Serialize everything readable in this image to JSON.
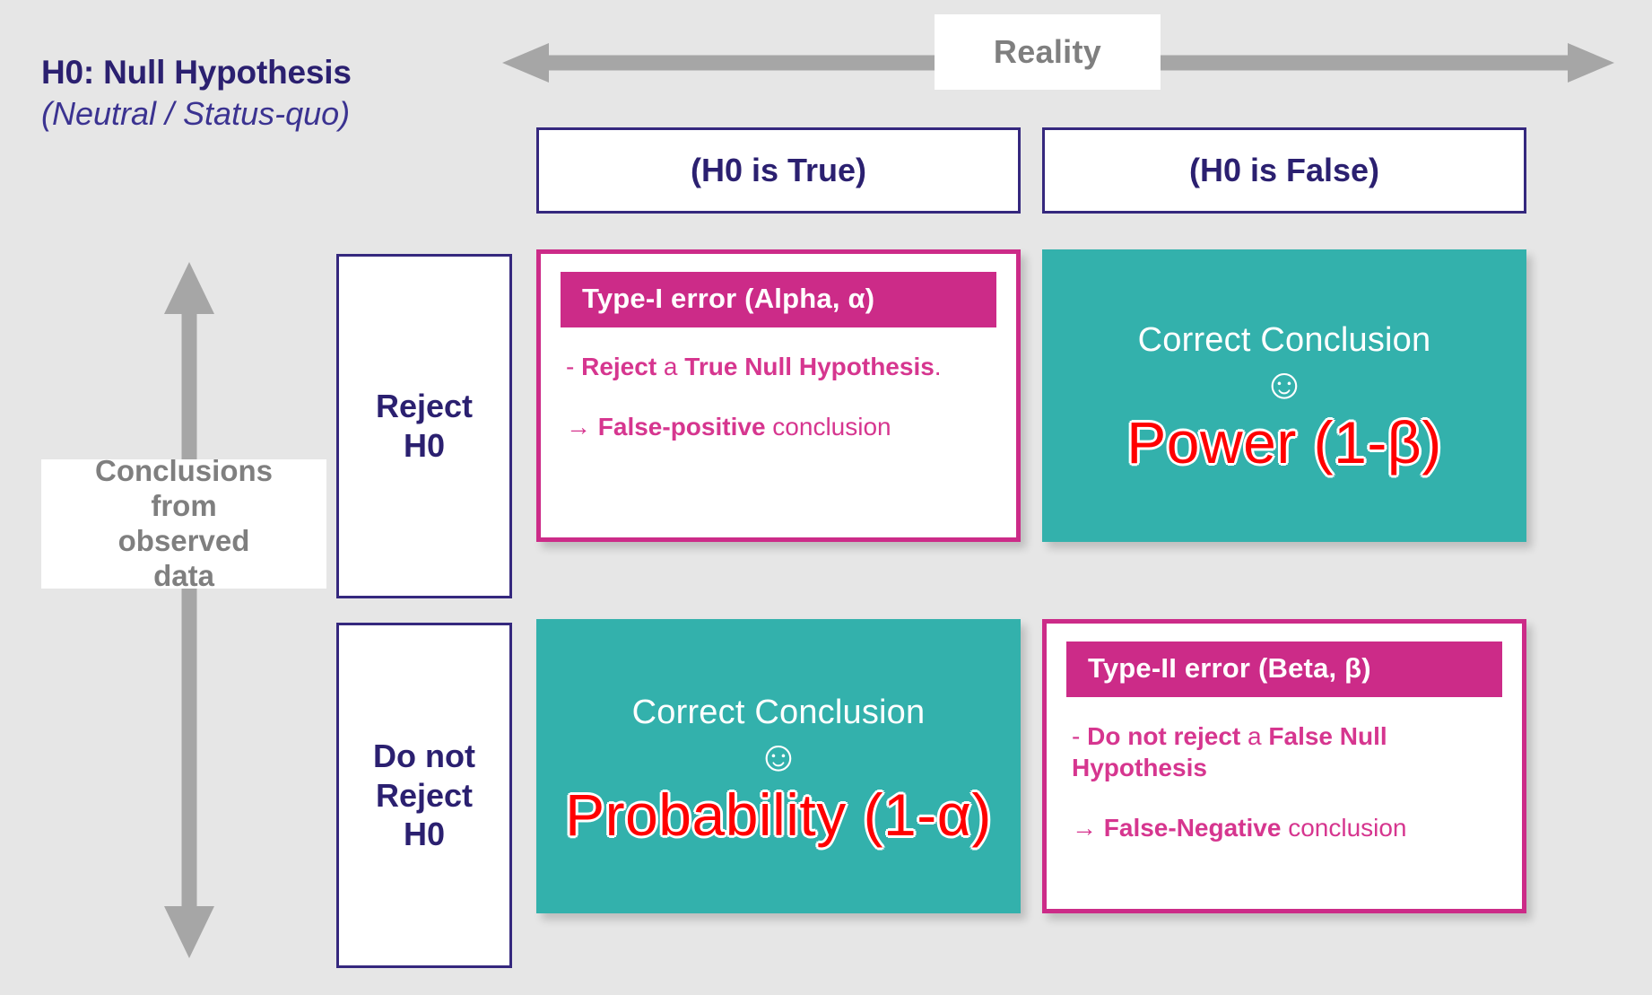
{
  "colors": {
    "background": "#e6e6e6",
    "navy": "#2b2070",
    "pink": "#cc2b88",
    "pink_text": "#d6368f",
    "teal": "#33b1ac",
    "gray": "#7f7f7f",
    "red": "#ff0000",
    "white": "#ffffff"
  },
  "h0_caption": {
    "title": "H0: Null Hypothesis",
    "subtitle": "(Neutral / Status-quo)"
  },
  "axes": {
    "reality_label": "Reality",
    "conclusions_label": "Conclusions from observed data",
    "reality_arrow_icon": "double-headed-horizontal-arrow-icon",
    "conclusions_arrow_icon": "double-headed-vertical-arrow-icon"
  },
  "column_headers": [
    {
      "label": "(H0 is True)"
    },
    {
      "label": "(H0 is False)"
    }
  ],
  "row_headers": [
    {
      "label": "Reject\nH0"
    },
    {
      "label": "Do not\nReject\nH0"
    }
  ],
  "cells": {
    "type1": {
      "title": "Type-I error (Alpha, α)",
      "line1_prefix": "- ",
      "line1_bold_a": "Reject",
      "line1_plain_a": " a ",
      "line1_bold_b": "True Null Hypothesis",
      "line1_suffix": ".",
      "line2_prefix": "→ ",
      "line2_bold": "False-positive",
      "line2_plain": " conclusion"
    },
    "power": {
      "title": "Correct Conclusion",
      "smiley": "☺",
      "formula": "Power (1-β)"
    },
    "probability": {
      "title": "Correct Conclusion",
      "smiley": "☺",
      "formula": "Probability (1-α)"
    },
    "type2": {
      "title": "Type-II  error (Beta, β)",
      "line1_prefix": "- ",
      "line1_bold_a": "Do not reject",
      "line1_plain_a": " a ",
      "line1_bold_b": "False Null Hypothesis",
      "line2_prefix": "→ ",
      "line2_bold": "False-Negative",
      "line2_plain": " conclusion"
    }
  }
}
